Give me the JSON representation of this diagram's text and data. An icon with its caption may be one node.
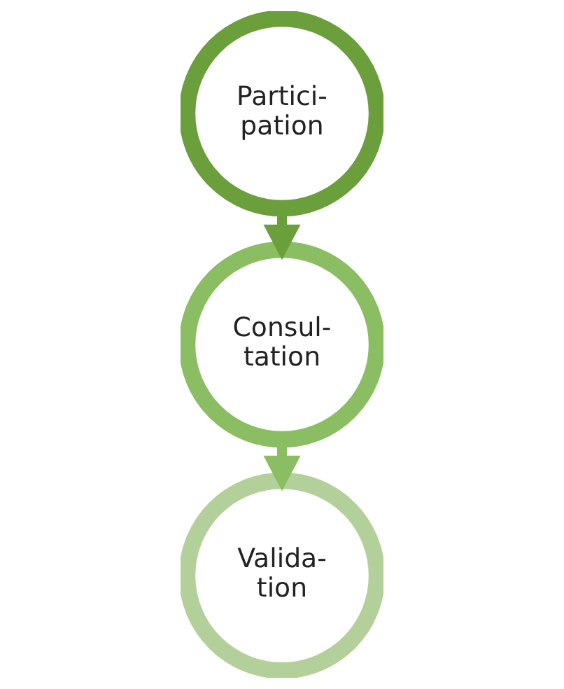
{
  "diagram": {
    "nodes": [
      {
        "text": [
          "Partici- pation"
        ]
      },
      {
        "text": [
          "Consul- tation"
        ]
      },
      {
        "text": [
          "Valida- tion"
        ]
      }
    ],
    "edges": [
      {
        "from": 0,
        "to": 1,
        "arrow": "to"
      },
      {
        "from": 1,
        "to": 2,
        "arrow": "to"
      }
    ]
  }
}
